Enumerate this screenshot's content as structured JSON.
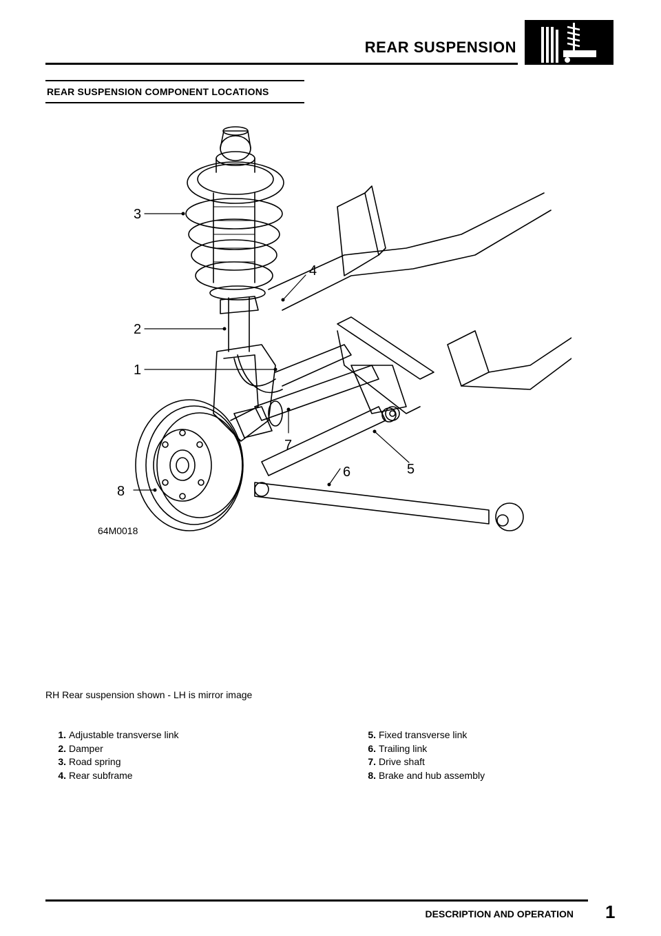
{
  "header": {
    "title": "REAR SUSPENSION",
    "icon": "suspension-section-icon"
  },
  "section": {
    "title": "REAR SUSPENSION COMPONENT LOCATIONS"
  },
  "figure": {
    "reference": "64M0018",
    "callouts": [
      "1",
      "2",
      "3",
      "4",
      "5",
      "6",
      "7",
      "8"
    ]
  },
  "caption": "RH Rear suspension shown - LH is mirror image",
  "legend": [
    {
      "num": "1.",
      "label": "Adjustable transverse link"
    },
    {
      "num": "2.",
      "label": "Damper"
    },
    {
      "num": "3.",
      "label": "Road spring"
    },
    {
      "num": "4.",
      "label": "Rear subframe"
    },
    {
      "num": "5.",
      "label": "Fixed transverse link"
    },
    {
      "num": "6.",
      "label": "Trailing link"
    },
    {
      "num": "7.",
      "label": "Drive shaft"
    },
    {
      "num": "8.",
      "label": "Brake and hub assembly"
    }
  ],
  "footer": {
    "text": "DESCRIPTION AND OPERATION",
    "page": "1"
  }
}
